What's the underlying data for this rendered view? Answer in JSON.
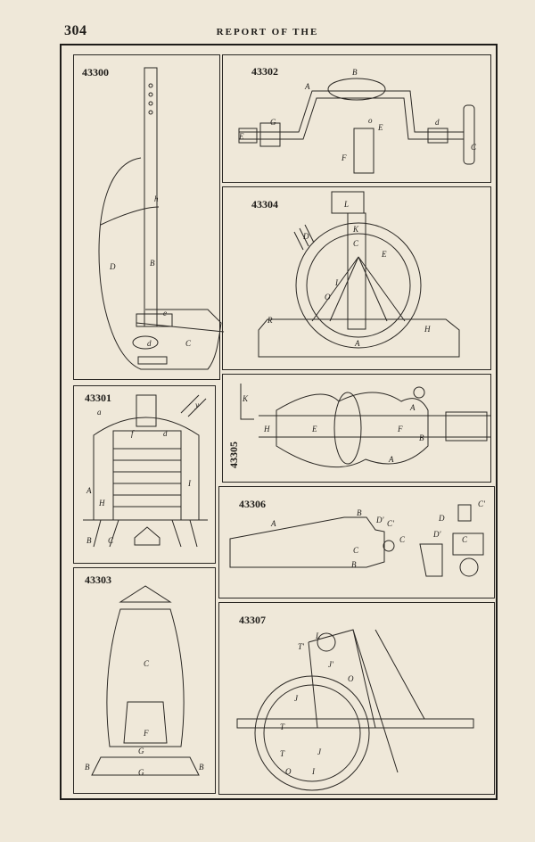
{
  "header": {
    "page_number": "304",
    "running_head": "REPORT OF THE"
  },
  "figures": [
    {
      "id": "fig-43300",
      "number": "43300",
      "labels": [
        "h",
        "D",
        "B",
        "e",
        "d",
        "C"
      ]
    },
    {
      "id": "fig-43302",
      "number": "43302",
      "labels": [
        "B",
        "A",
        "G",
        "E",
        "o",
        "E",
        "F",
        "d",
        "C"
      ]
    },
    {
      "id": "fig-43304",
      "number": "43304",
      "labels": [
        "L",
        "D",
        "K",
        "C",
        "E",
        "I",
        "O",
        "R",
        "A",
        "H"
      ]
    },
    {
      "id": "fig-43301",
      "number": "43301",
      "labels": [
        "a",
        "y",
        "f",
        "d",
        "A",
        "H",
        "I",
        "B",
        "C"
      ]
    },
    {
      "id": "fig-43305",
      "number": "43305",
      "labels": [
        "K",
        "A",
        "H",
        "E",
        "F",
        "B",
        "A"
      ]
    },
    {
      "id": "fig-43306",
      "number": "43306",
      "labels": [
        "B",
        "D'",
        "C'",
        "A",
        "C",
        "B",
        "C",
        "D",
        "C'",
        "D'",
        "C"
      ]
    },
    {
      "id": "fig-43303",
      "number": "43303",
      "labels": [
        "C",
        "F",
        "G",
        "B",
        "B",
        "G"
      ]
    },
    {
      "id": "fig-43307",
      "number": "43307",
      "labels": [
        "L",
        "T'",
        "J'",
        "O",
        "J",
        "T",
        "T",
        "J",
        "O",
        "I"
      ]
    }
  ]
}
